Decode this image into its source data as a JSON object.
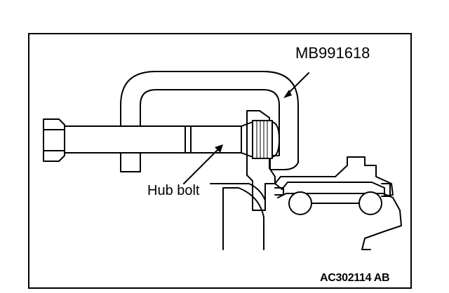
{
  "diagram": {
    "tool_label": "MB991618",
    "part_label": "Hub bolt",
    "figure_code": "AC302114 AB"
  }
}
